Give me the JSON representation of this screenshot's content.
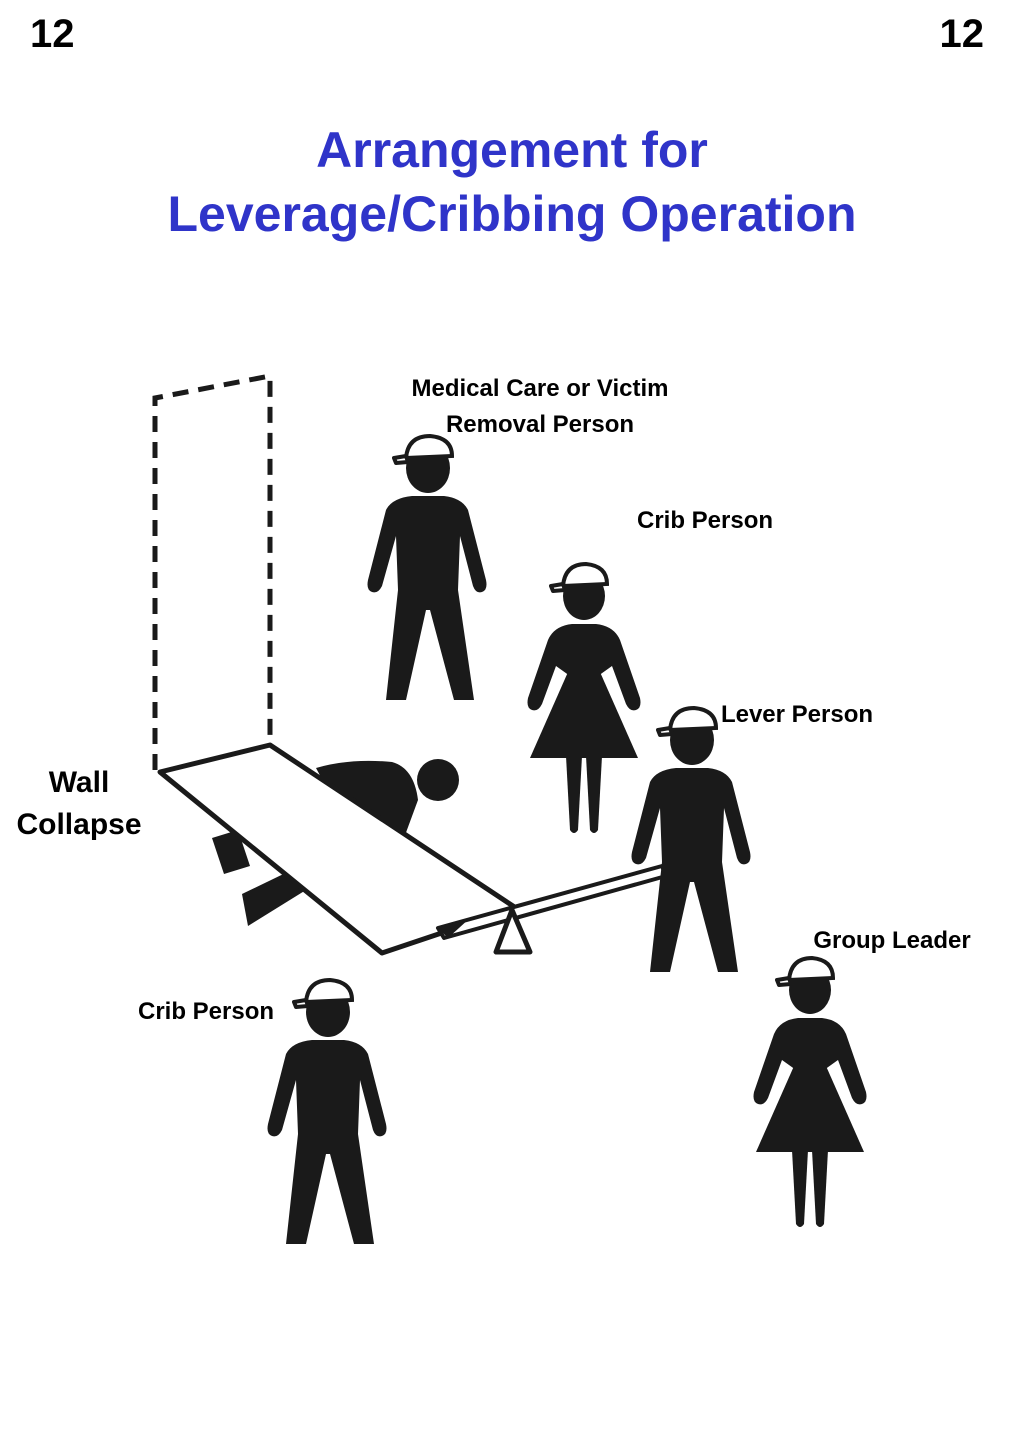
{
  "page": {
    "number_left": "12",
    "number_right": "12",
    "title_line1": "Arrangement for",
    "title_line2": "Leverage/Cribbing Operation"
  },
  "labels": {
    "medical_line1": "Medical Care or Victim",
    "medical_line2": "Removal Person",
    "crib_person_top": "Crib  Person",
    "lever_person": "Lever  Person",
    "group_leader": "Group Leader",
    "crib_person_bottom": "Crib  Person",
    "wall_line1": "Wall",
    "wall_line2": "Collapse"
  },
  "colors": {
    "title": "#2f34c9",
    "figure": "#1a1a1a"
  }
}
